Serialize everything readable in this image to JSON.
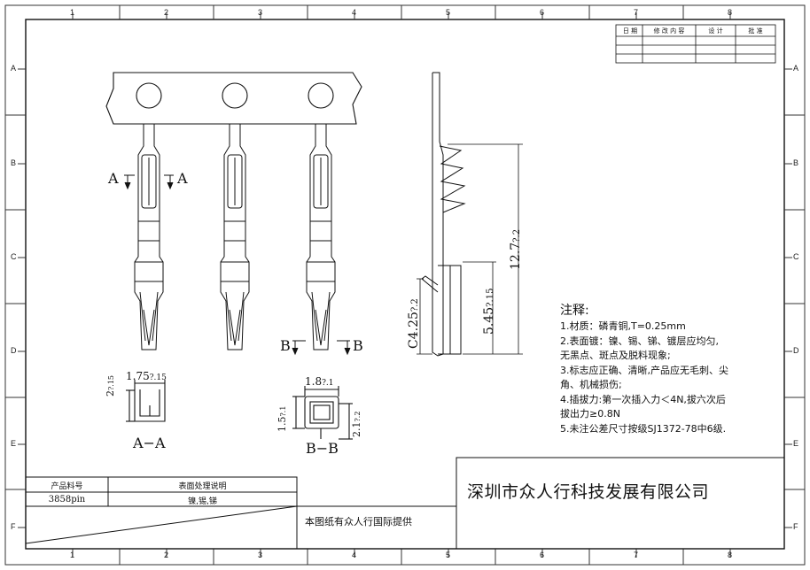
{
  "frame": {
    "columns": [
      "1",
      "2",
      "3",
      "4",
      "5",
      "6",
      "7",
      "8"
    ],
    "rows": [
      "A",
      "B",
      "C",
      "D",
      "E",
      "F"
    ]
  },
  "revision_table": {
    "headers": [
      "日 期",
      "修 改 内 容",
      "设 计",
      "批 准"
    ]
  },
  "section_labels": {
    "a_left": "A",
    "a_right": "A",
    "b_left": "B",
    "b_right": "B",
    "section_aa": "A−A",
    "section_bb": "B−B"
  },
  "dimensions": {
    "aa_width": "1.75",
    "aa_width_tol": "?.15",
    "aa_height": "2",
    "aa_height_tol": "?.15",
    "bb_width": "1.8",
    "bb_width_tol": "?.1",
    "bb_height": "1.5",
    "bb_height_tol": "?.1",
    "bb_height2": "2.1",
    "bb_height2_tol": "?.2",
    "side_total": "12.7",
    "side_total_tol": "?.2",
    "side_mid": "5.45",
    "side_mid_tol": "?.15",
    "side_crimp": "C4.25",
    "side_crimp_tol": "?.2"
  },
  "notes": {
    "title": "注释:",
    "lines": [
      "1.材质：磷青铜,T=0.25mm",
      "2.表面镀：镍、锡、锑、镀层应均匀,",
      "无黑点、斑点及脱料现象;",
      "3.标志应正确、清晰,产品应无毛刺、尖",
      "角、机械损伤;",
      "4.插拔力:第一次插入力＜4N,拔六次后",
      "拔出力≥0.8N",
      "5.未注公差尺寸按级SJ1372-78中6级."
    ]
  },
  "title_block": {
    "col1_header": "产品料号",
    "col2_header": "表面处理说明",
    "part_number": "3858pin",
    "surface": "镍,锡,锑",
    "provided_by": "本图纸有众人行国际提供",
    "company": "深圳市众人行科技发展有限公司"
  }
}
